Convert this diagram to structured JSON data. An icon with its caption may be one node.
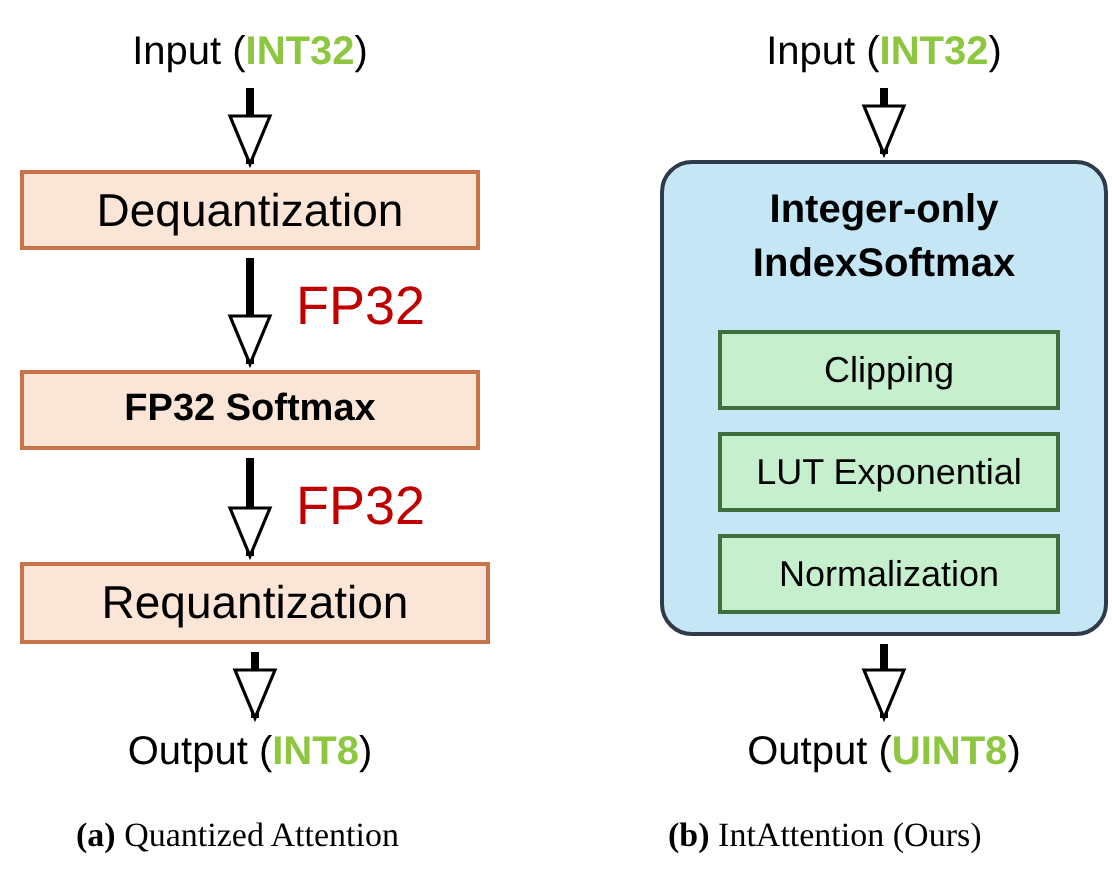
{
  "diagram": {
    "nodes": [
      {
        "text": [
          "Input (**INT32**)"
        ]
      },
      {
        "text": [
          "Dequantization"
        ]
      },
      {
        "text": [
          "FP32 Softmax"
        ]
      },
      {
        "text": [
          "Requantization"
        ]
      },
      {
        "text": [
          "Output (**INT8**)"
        ]
      },
      {
        "text": [
          "Input (**INT32**)"
        ]
      },
      {
        "text": [
          "Integer-only IndexSoftmax"
        ]
      },
      {
        "text": [
          "Clipping"
        ],
        "in": 6
      },
      {
        "text": [
          "LUT Exponential"
        ],
        "in": 6
      },
      {
        "text": [
          "Normalization"
        ],
        "in": 6
      },
      {
        "text": [
          "Output (**UINT8**)"
        ]
      }
    ],
    "edges": [
      {
        "from": 0,
        "to": 1,
        "arrow": "to"
      },
      {
        "from": 1,
        "to": 2,
        "arrow": "to",
        "label": "FP32"
      },
      {
        "from": 2,
        "to": 3,
        "arrow": "to",
        "label": "FP32"
      },
      {
        "from": 3,
        "to": 4,
        "arrow": "to"
      },
      {
        "from": 5,
        "to": 6,
        "arrow": "to"
      },
      {
        "from": 6,
        "to": 10,
        "arrow": "to"
      }
    ],
    "labels": [
      "**(a)** Quantized Attention",
      "**(b)** IntAttention (Ours)"
    ]
  }
}
